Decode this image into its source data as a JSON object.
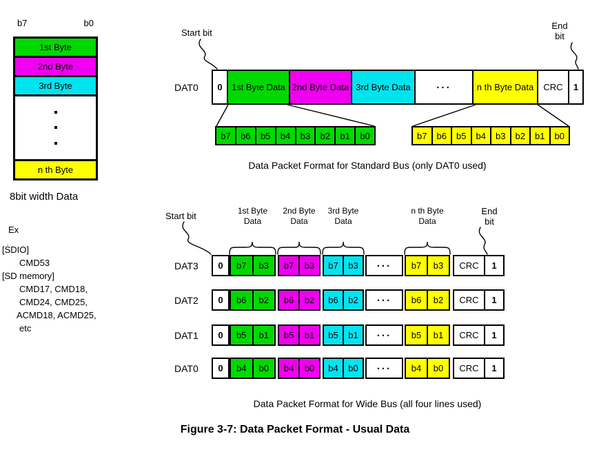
{
  "palette": {
    "green": "#00d900",
    "magenta": "#f000f0",
    "cyan": "#00e4f0",
    "yellow": "#ffff00"
  },
  "byte_stack": {
    "bit_msb": "b7",
    "bit_lsb": "b0",
    "rows": [
      {
        "label": "1st Byte",
        "color": "green"
      },
      {
        "label": "2nd Byte",
        "color": "magenta"
      },
      {
        "label": "3rd Byte",
        "color": "cyan"
      }
    ],
    "last_row": {
      "label": "n th Byte",
      "color": "yellow"
    },
    "caption": "8bit width Data"
  },
  "example": {
    "heading": "Ex",
    "lines": [
      "[ṠDIO]",
      "CMD53",
      "[SD memory]",
      "CMD17, CMD18,",
      "CMD24, CMD25,",
      "ACMD18, ACMD25,",
      "etc"
    ]
  },
  "standard_bus": {
    "lane": "DAT0",
    "start_bit_label": "Start bit",
    "end_bit_label": "End\nbit",
    "cells": [
      "0",
      "1st Byte Data",
      "2nd Byte Data",
      "3rd Byte Data",
      "...",
      "n th Byte Data",
      "CRC",
      "1"
    ],
    "green_expansion": [
      "b7",
      "b6",
      "b5",
      "b4",
      "b3",
      "b2",
      "b1",
      "b0"
    ],
    "yellow_expansion": [
      "b7",
      "b6",
      "b5",
      "b4",
      "b3",
      "b2",
      "b1",
      "b0"
    ],
    "caption": "Data Packet Format for Standard Bus (only DAT0 used)"
  },
  "wide_bus": {
    "start_bit_label": "Start bit",
    "end_bit_label": "End\nbit",
    "byte_labels": [
      "1st Byte\nData",
      "2nd Byte\nData",
      "3rd Byte\nData",
      "n th Byte\nData"
    ],
    "ellipsis": "...",
    "lanes": [
      {
        "name": "DAT3",
        "start": "0",
        "green": [
          "b7",
          "b3"
        ],
        "magenta": [
          "b7",
          "b3"
        ],
        "cyan": [
          "b7",
          "b3"
        ],
        "yellow": [
          "b7",
          "b3"
        ],
        "crc": "CRC",
        "end": "1"
      },
      {
        "name": "DAT2",
        "start": "0",
        "green": [
          "b6",
          "b2"
        ],
        "magenta": [
          "b6",
          "b2"
        ],
        "cyan": [
          "b6",
          "b2"
        ],
        "yellow": [
          "b6",
          "b2"
        ],
        "crc": "CRC",
        "end": "1"
      },
      {
        "name": "DAT1",
        "start": "0",
        "green": [
          "b5",
          "b1"
        ],
        "magenta": [
          "b5",
          "b1"
        ],
        "cyan": [
          "b5",
          "b1"
        ],
        "yellow": [
          "b5",
          "b1"
        ],
        "crc": "CRC",
        "end": "1"
      },
      {
        "name": "DAT0",
        "start": "0",
        "green": [
          "b4",
          "b0"
        ],
        "magenta": [
          "b4",
          "b0"
        ],
        "cyan": [
          "b4",
          "b0"
        ],
        "yellow": [
          "b4",
          "b0"
        ],
        "crc": "CRC",
        "end": "1"
      }
    ],
    "caption": "Data Packet Format for Wide Bus (all four lines used)"
  },
  "figure_caption": "Figure 3-7: Data Packet Format - Usual Data"
}
